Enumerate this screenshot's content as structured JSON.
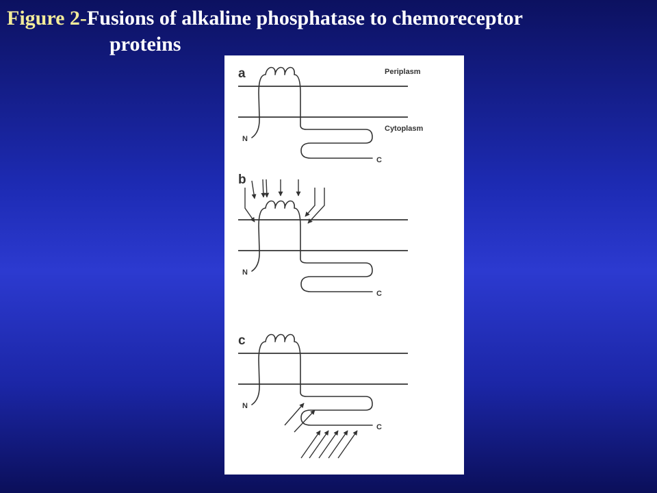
{
  "title": {
    "prefix": "Figure 2-",
    "line1_rest": "Fusions of alkaline phosphatase to chemoreceptor",
    "line2": "proteins"
  },
  "figure": {
    "panel_labels": [
      "a",
      "b",
      "c"
    ],
    "periplasm_label": "Periplasm",
    "cytoplasm_label": "Cytoplasm",
    "n_terminus_label": "N",
    "c_terminus_label": "C"
  },
  "colors": {
    "title_text": "#ffffff",
    "title_prefix": "#f2eb9a",
    "ink": "#333333",
    "panel_background": "#ffffff"
  }
}
